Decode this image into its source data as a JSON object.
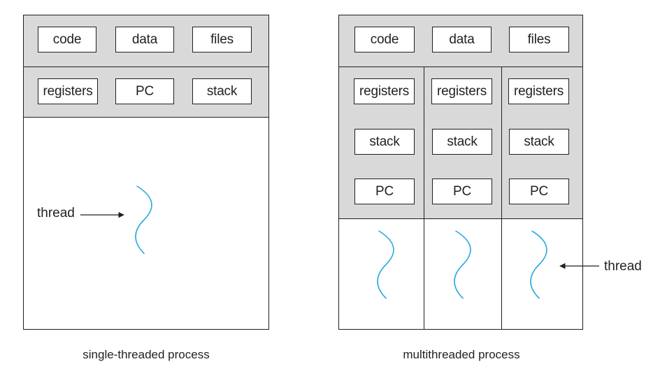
{
  "single": {
    "shared": [
      "code",
      "data",
      "files"
    ],
    "per_thread": [
      "registers",
      "PC",
      "stack"
    ],
    "thread_label": "thread",
    "caption": "single-threaded process"
  },
  "multi": {
    "shared": [
      "code",
      "data",
      "files"
    ],
    "threads": [
      {
        "registers": "registers",
        "stack": "stack",
        "pc": "PC"
      },
      {
        "registers": "registers",
        "stack": "stack",
        "pc": "PC"
      },
      {
        "registers": "registers",
        "stack": "stack",
        "pc": "PC"
      }
    ],
    "thread_label": "thread",
    "caption": "multithreaded process"
  },
  "colors": {
    "outline": "#231f20",
    "shaded_band": "#d9d9da",
    "thread_wave": "#29a9e0"
  },
  "icons": {
    "thread": "wavy-line-icon",
    "pointer": "arrow-icon"
  }
}
